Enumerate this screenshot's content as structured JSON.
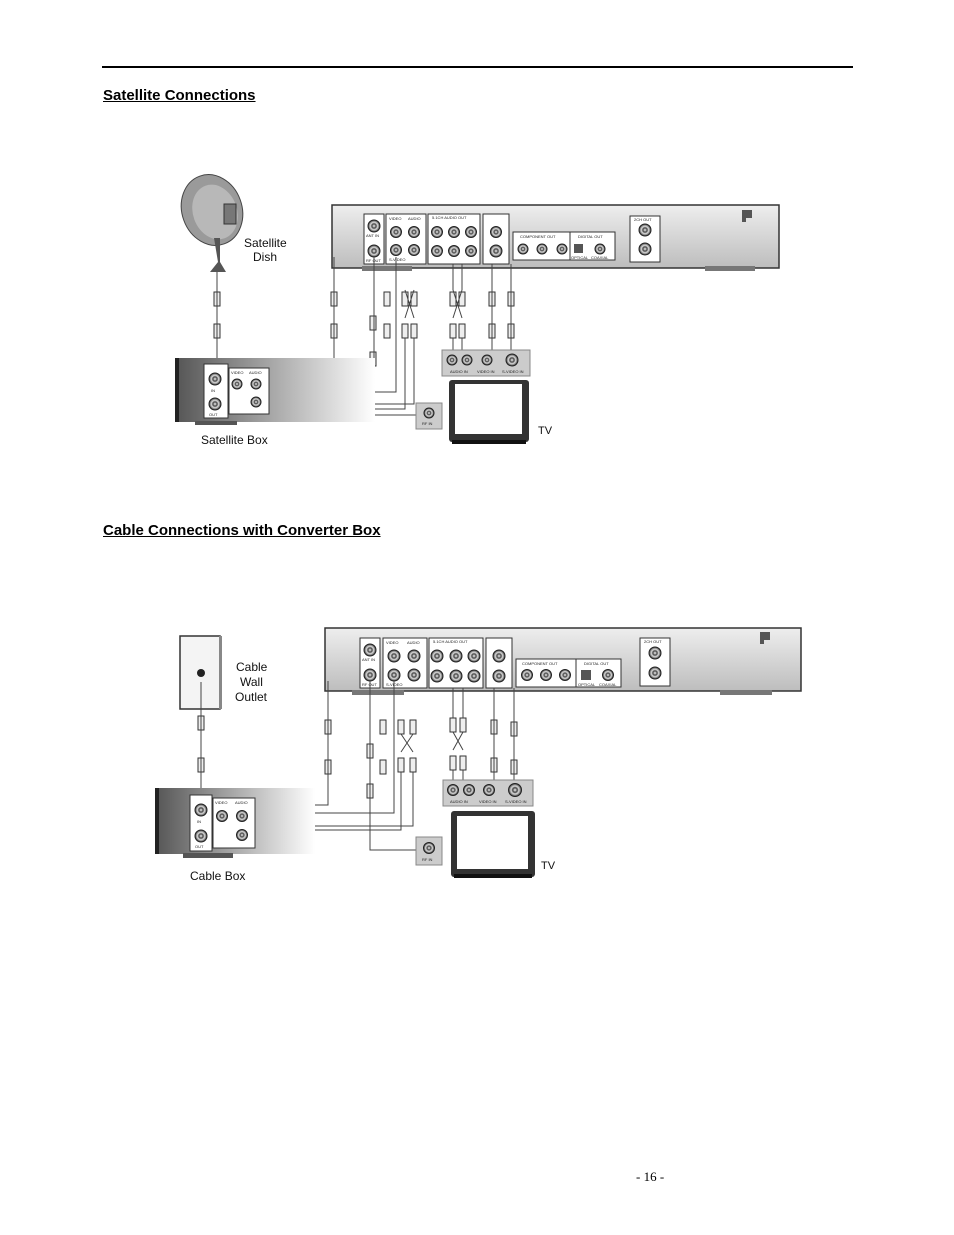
{
  "section1": {
    "title": "Satellite Connections",
    "dish_label_1": "Satellite",
    "dish_label_2": "Dish",
    "box_label": "Satellite Box",
    "tv_label": "TV"
  },
  "section2": {
    "title": "Cable Connections with Converter Box",
    "outlet_label_1": "Cable",
    "outlet_label_2": "Wall",
    "outlet_label_3": "Outlet",
    "box_label": "Cable Box",
    "tv_label": "TV"
  },
  "panel": {
    "video": "VIDEO",
    "audio": "AUDIO",
    "svideo": "S-VIDEO",
    "ant_in": "ANT IN",
    "rf_out": "RF OUT",
    "ch_audio_out": "5.1CH AUDIO OUT",
    "component_out": "COMPONENT OUT",
    "digital_out": "DIGITAL OUT",
    "optical": "OPTICAL",
    "coaxial": "COAXIAL",
    "ch_out": "2CH OUT"
  },
  "tv_panel": {
    "audio_in": "AUDIO IN",
    "video_in": "VIDEO IN",
    "svideo_in": "S-VIDEO IN",
    "rf_in": "RF IN"
  },
  "box_panel": {
    "in": "IN",
    "out": "OUT",
    "video": "VIDEO",
    "audio": "AUDIO"
  },
  "footer": {
    "page_number": "- 16 -"
  }
}
